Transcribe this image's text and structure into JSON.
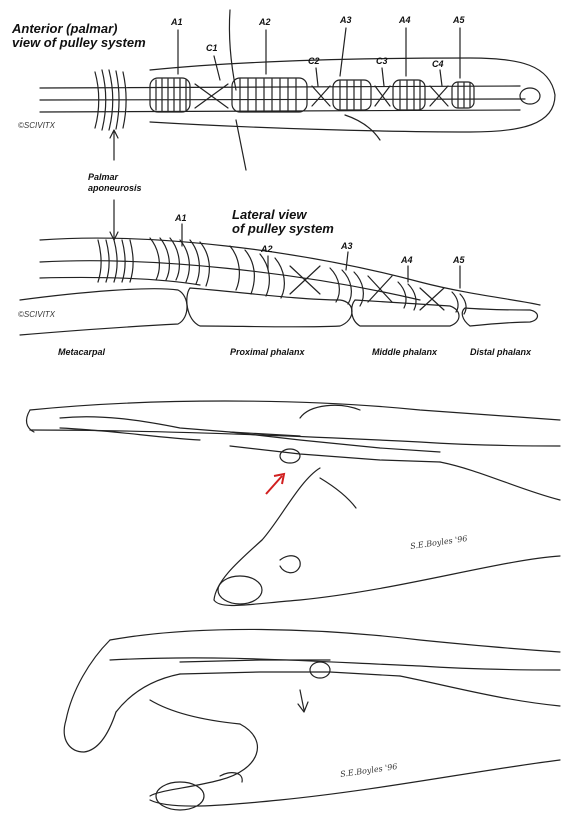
{
  "anterior": {
    "title_line1": "Anterior (palmar)",
    "title_line2": "view of pulley system",
    "pulleys": [
      "A1",
      "A2",
      "A3",
      "A4",
      "A5"
    ],
    "cruciates": [
      "C1",
      "C2",
      "C3",
      "C4"
    ],
    "copyright": "©SCIVITX"
  },
  "palmar": {
    "line1": "Palmar",
    "line2": "aponeurosis"
  },
  "lateral": {
    "title_line1": "Lateral view",
    "title_line2": "of pulley system",
    "pulleys": [
      "A1",
      "A2",
      "A3",
      "A4",
      "A5"
    ],
    "copyright": "©SCIVITX",
    "bones": [
      "Metacarpal",
      "Proximal phalanx",
      "Middle phalanx",
      "Distal phalanx"
    ]
  },
  "sketches": {
    "signature_1": "S.E.Boyles '96",
    "signature_2": "S.E.Boyles '96"
  },
  "colors": {
    "line": "#222222",
    "red_arrow": "#d11f1f"
  }
}
